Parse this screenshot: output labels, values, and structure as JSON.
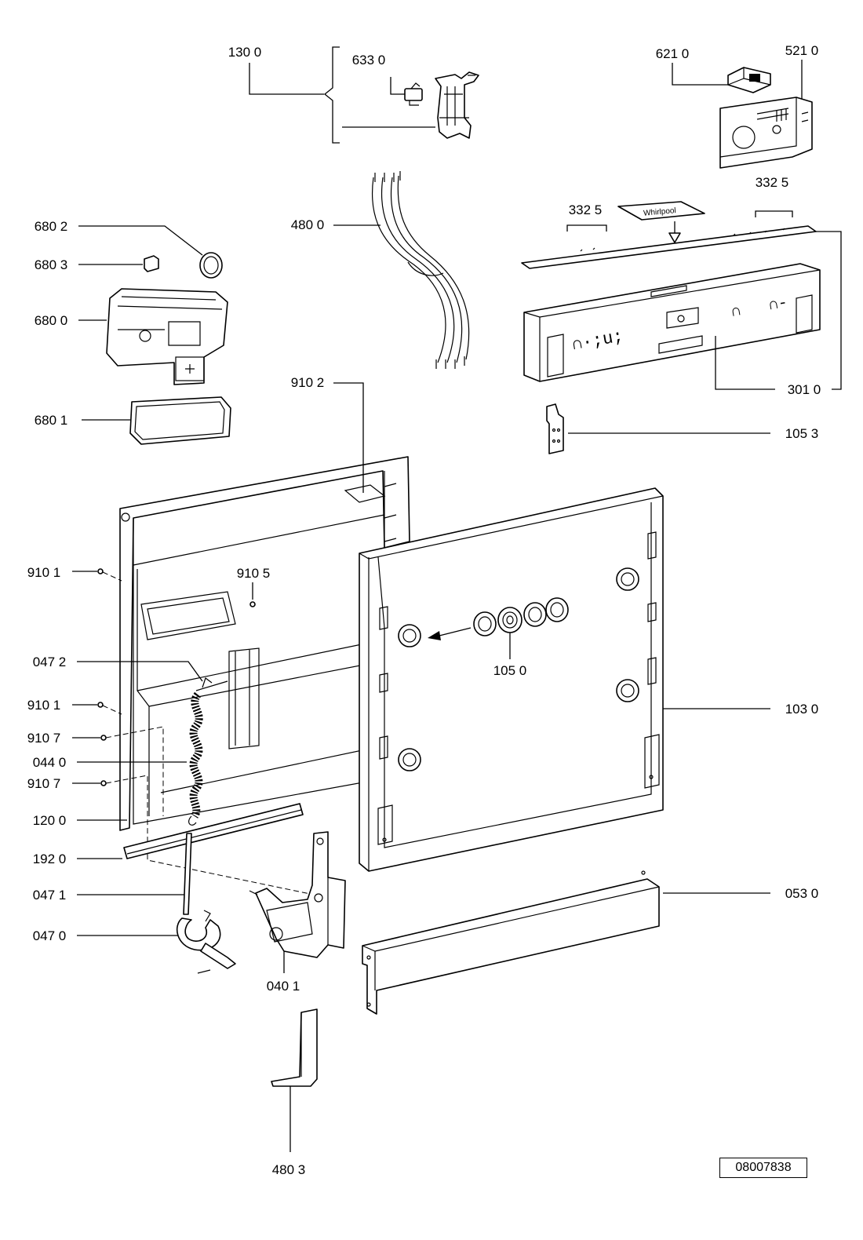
{
  "callouts": {
    "c130_0": "130 0",
    "c633_0": "633 0",
    "c621_0": "621 0",
    "c521_0": "521 0",
    "c332_5_left": "332  5",
    "c332_5_right": "332  5",
    "c480_0": "480 0",
    "c680_2": "680 2",
    "c680_3": "680 3",
    "c680_0": "680 0",
    "c680_1": "680 1",
    "c301_0": "301 0",
    "c105_3": "105 3",
    "c910_2": "910 2",
    "c910_1_a": "910 1",
    "c910_5": "910 5",
    "c047_2": "047 2",
    "c910_1_b": "910 1",
    "c910_7_a": "910 7",
    "c044_0": "044 0",
    "c910_7_b": "910 7",
    "c120_0": "120 0",
    "c192_0": "192 0",
    "c047_1": "047 1",
    "c047_0": "047 0",
    "c040_1": "040 1",
    "c105_0": "105 0",
    "c103_0": "103 0",
    "c053_0": "053 0",
    "c480_3": "480 3"
  },
  "brand_mark": "Whirlpool",
  "document_ref": "08007838"
}
